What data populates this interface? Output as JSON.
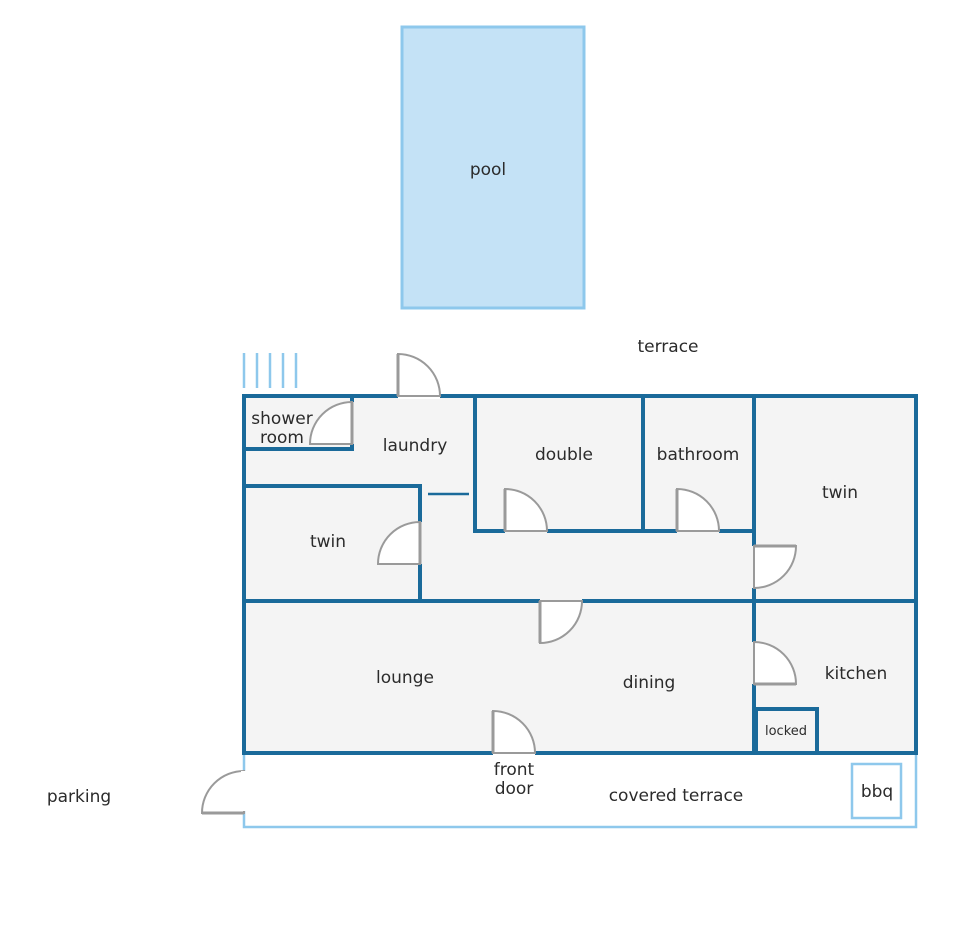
{
  "colors": {
    "wall": "#1a6a9a",
    "pool_fill": "#c4e2f6",
    "pool_stroke": "#8ec8ec",
    "room_fill": "#f4f4f4",
    "door": "#9a9a9a",
    "covered_terrace_stroke": "#8ec8ec"
  },
  "outdoor": {
    "pool": "pool",
    "terrace": "terrace",
    "parking": "parking",
    "covered_terrace": "covered terrace",
    "bbq": "bbq",
    "front_door_line1": "front",
    "front_door_line2": "door"
  },
  "rooms": {
    "shower_room_line1": "shower",
    "shower_room_line2": "room",
    "laundry": "laundry",
    "double": "double",
    "bathroom": "bathroom",
    "twin_east": "twin",
    "twin_west": "twin",
    "lounge": "lounge",
    "dining": "dining",
    "kitchen": "kitchen",
    "locked": "locked"
  }
}
